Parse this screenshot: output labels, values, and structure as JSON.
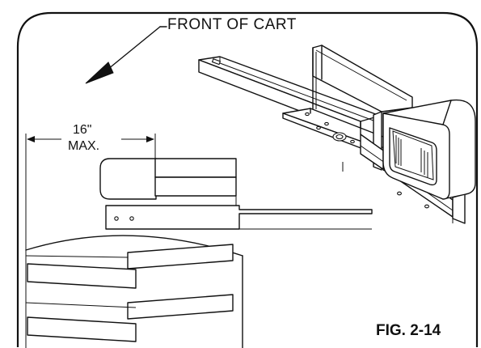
{
  "labels": {
    "front_of_cart": "FRONT OF CART",
    "dimension_value": "16\"",
    "dimension_note": "MAX.",
    "figure_number": "FIG. 2-14"
  },
  "colors": {
    "ink": "#111111",
    "paper": "#ffffff"
  }
}
